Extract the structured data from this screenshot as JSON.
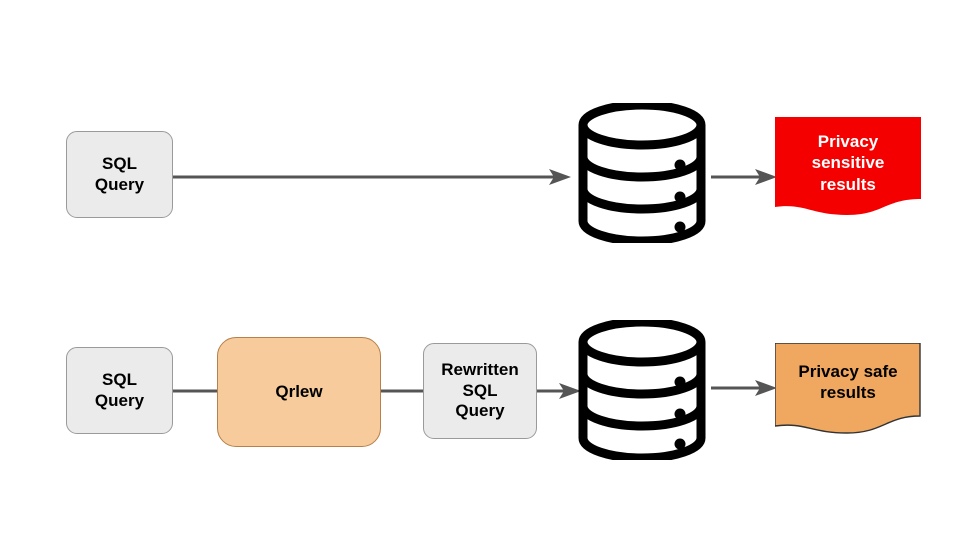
{
  "diagram": {
    "title": "Qrlew SQL rewriting privacy flow",
    "colors": {
      "box_fill": "#ebebeb",
      "box_border": "#9a9a9a",
      "qrlew_fill": "#f7cb9b",
      "qrlew_border": "#b58049",
      "unsafe_results_fill": "#f40000",
      "unsafe_results_text": "#ffffff",
      "safe_results_fill": "#f0a860",
      "safe_results_text": "#000000",
      "arrow": "#555555",
      "database": "#000000",
      "background": "#ffffff"
    },
    "rows": [
      {
        "name": "direct-query-row",
        "nodes": {
          "sql_query": "SQL\nQuery",
          "database": "database-icon",
          "results": "Privacy\nsensitive\nresults"
        }
      },
      {
        "name": "qrlew-rewrite-row",
        "nodes": {
          "sql_query": "SQL\nQuery",
          "qrlew": "Qrlew",
          "rewritten_query": "Rewritten\nSQL\nQuery",
          "database": "database-icon",
          "results": "Privacy safe\nresults"
        }
      }
    ]
  }
}
